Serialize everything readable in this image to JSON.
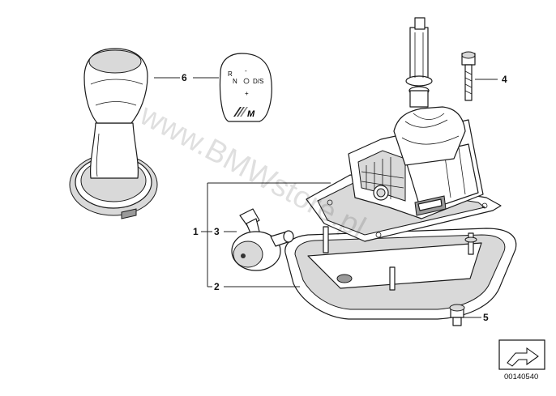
{
  "watermark": "www.BMWstore.pl",
  "callouts": {
    "one": "1",
    "two": "2",
    "three": "3",
    "four": "4",
    "five": "5",
    "six": "6"
  },
  "badge": {
    "reverse": "R",
    "neutral": "N",
    "drive_sport": "D/S",
    "minus": "-",
    "plus": "+",
    "logo": "M"
  },
  "reference_number": "00140540"
}
